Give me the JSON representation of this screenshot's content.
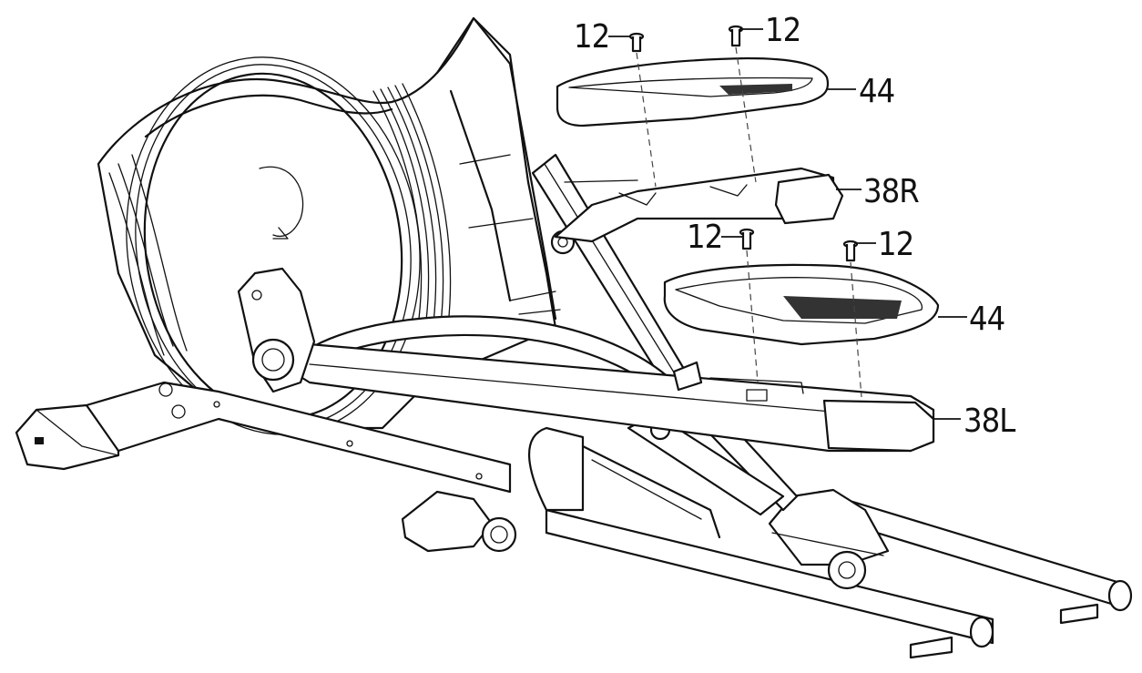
{
  "diagram": {
    "callouts": [
      {
        "id": "bolt-left-top",
        "label": "12"
      },
      {
        "id": "bolt-right-top",
        "label": "12"
      },
      {
        "id": "pedal-top",
        "label": "44"
      },
      {
        "id": "pedal-arm-right",
        "label": "38R"
      },
      {
        "id": "bolt-left-mid",
        "label": "12"
      },
      {
        "id": "bolt-right-mid",
        "label": "12"
      },
      {
        "id": "pedal-bottom",
        "label": "44"
      },
      {
        "id": "pedal-arm-left",
        "label": "38L"
      }
    ]
  }
}
